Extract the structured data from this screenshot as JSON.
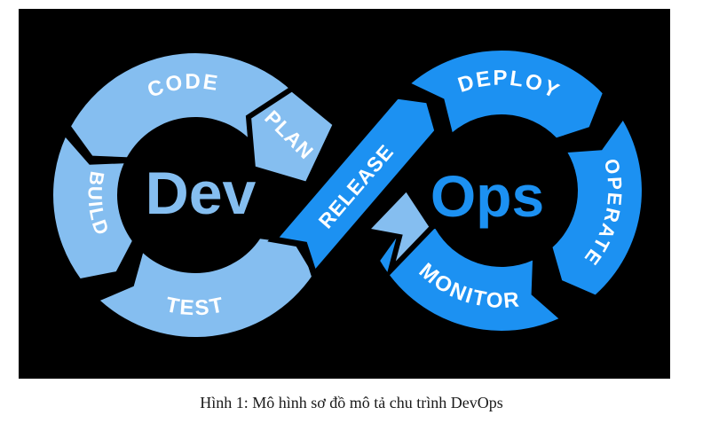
{
  "figure": {
    "caption": "Hình 1: Mô hình sơ đồ mô tả chu trình DevOps",
    "diagram": {
      "dev_label": "Dev",
      "ops_label": "Ops",
      "segments": {
        "plan": "PLAN",
        "code": "CODE",
        "build": "BUILD",
        "test": "TEST",
        "release": "RELEASE",
        "deploy": "DEPLOY",
        "operate": "OPERATE",
        "monitor": "MONITOR"
      },
      "colors": {
        "dev_loop": "#85BEF0",
        "ops_loop": "#1C91F2",
        "background": "#000000",
        "label_text": "#FFFFFF"
      }
    }
  }
}
